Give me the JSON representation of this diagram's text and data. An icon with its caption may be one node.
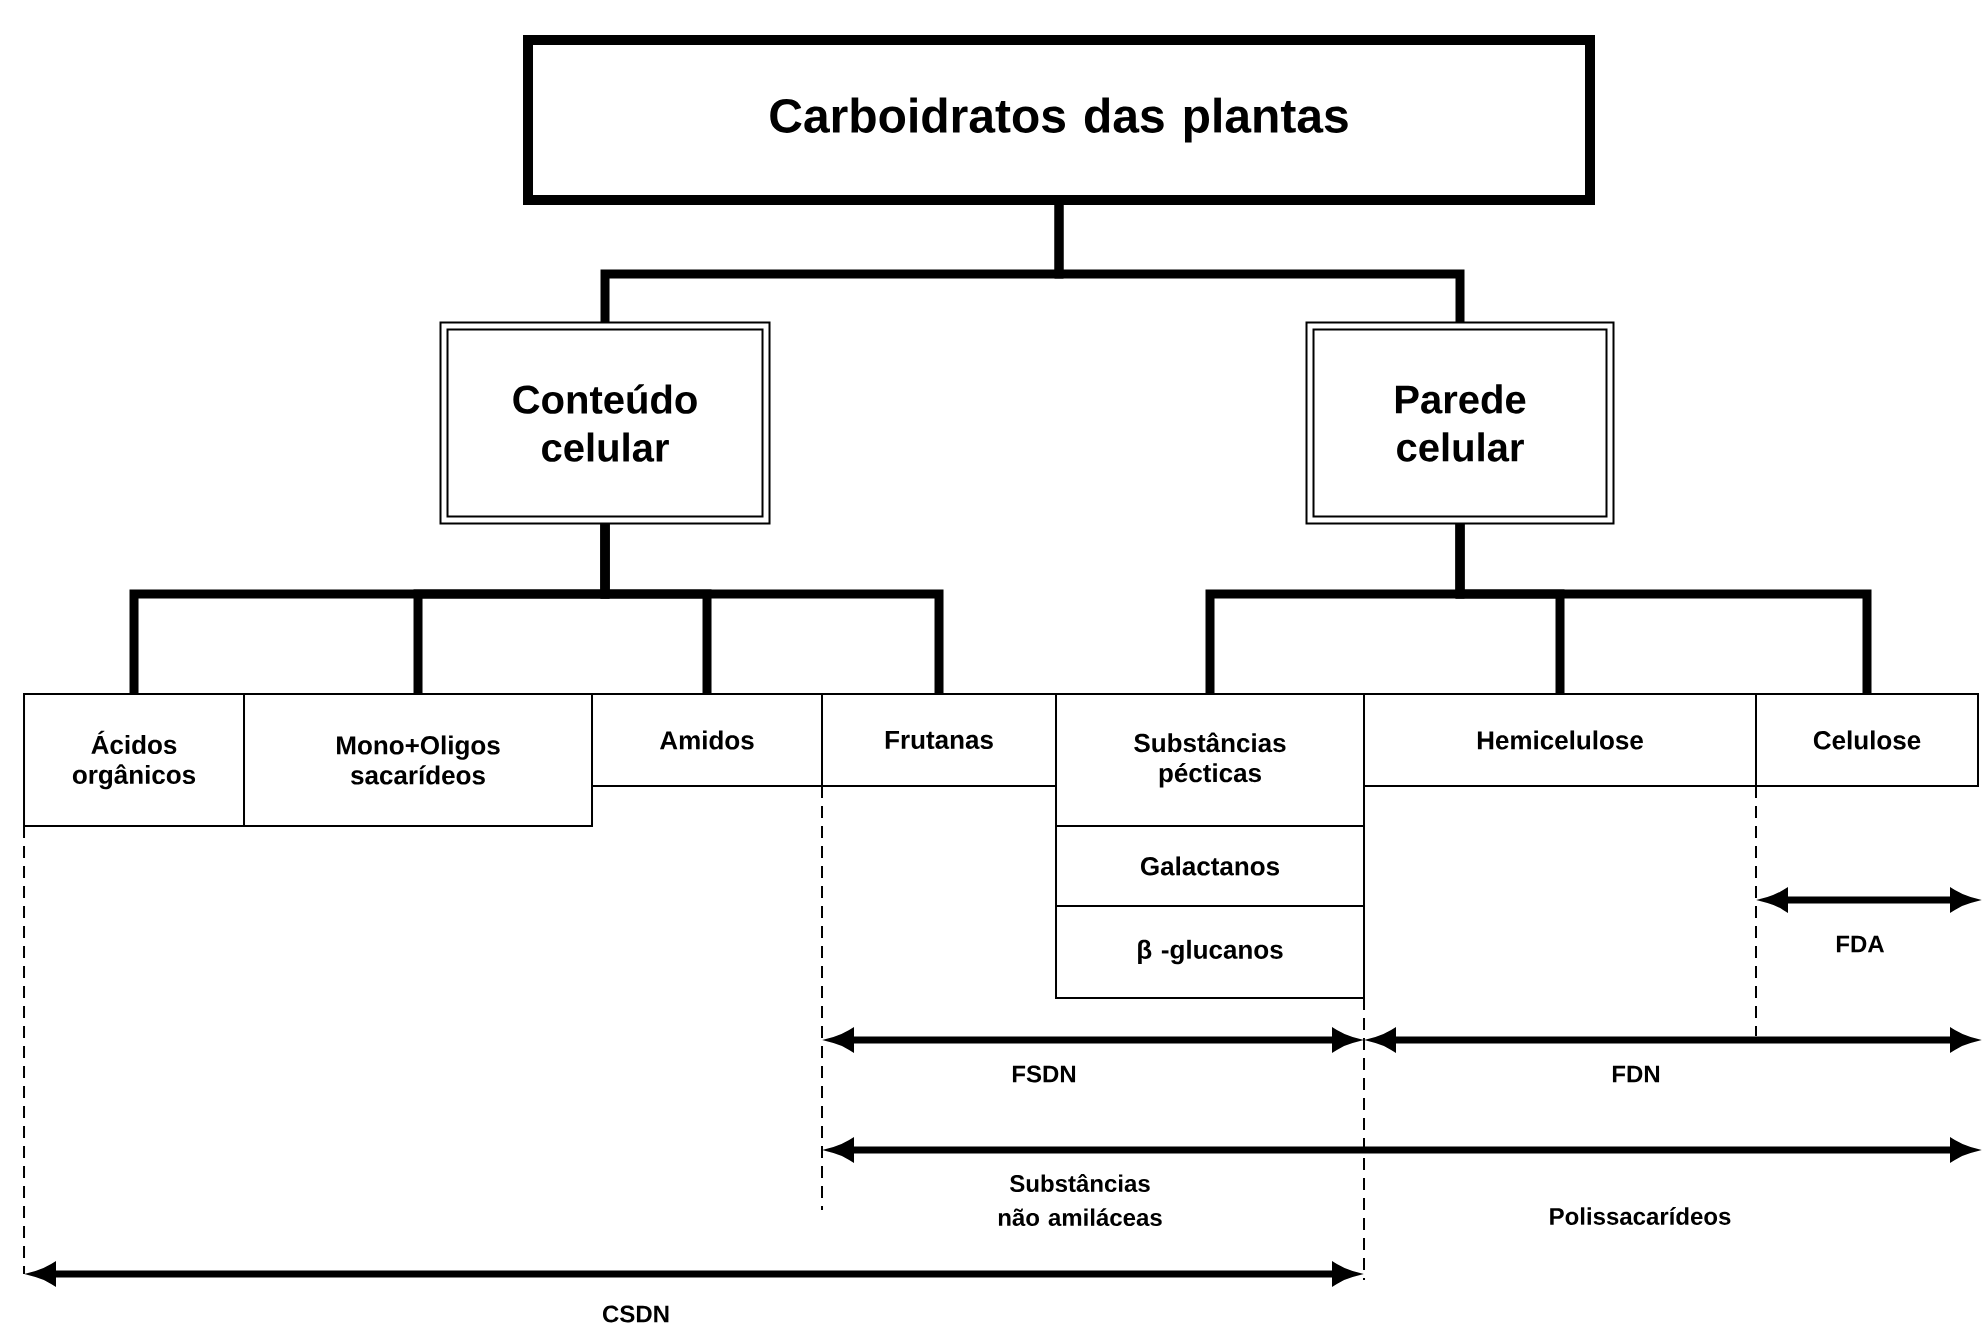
{
  "diagram": {
    "nodes": [
      {
        "text": [
          "Carboidratos das plantas"
        ]
      },
      {
        "text": [
          "Conteúdo celular"
        ]
      },
      {
        "text": [
          "Parede celular"
        ]
      },
      {
        "text": [
          "Ácidos orgânicos"
        ]
      },
      {
        "text": [
          "Mono+Oligos sacarídeos"
        ]
      },
      {
        "text": [
          "Amidos"
        ]
      },
      {
        "text": [
          "Frutanas"
        ]
      },
      {
        "text": [
          "Substâncias pécticas"
        ]
      },
      {
        "text": [
          "Galactanos"
        ]
      },
      {
        "text": [
          "β -glucanos"
        ]
      },
      {
        "text": [
          "Hemicelulose"
        ]
      },
      {
        "text": [
          "Celulose"
        ]
      }
    ],
    "edges": [
      {
        "from": 0,
        "to": 1,
        "arrow": "none"
      },
      {
        "from": 0,
        "to": 2,
        "arrow": "none"
      },
      {
        "from": 1,
        "to": 3,
        "arrow": "none"
      },
      {
        "from": 1,
        "to": 4,
        "arrow": "none"
      },
      {
        "from": 1,
        "to": 5,
        "arrow": "none"
      },
      {
        "from": 1,
        "to": 6,
        "arrow": "none"
      },
      {
        "from": 2,
        "to": 7,
        "arrow": "none"
      },
      {
        "from": 2,
        "to": 10,
        "arrow": "none"
      },
      {
        "from": 2,
        "to": 11,
        "arrow": "none"
      }
    ],
    "labels": [
      "FDA",
      "FSDN",
      "FDN",
      "Substâncias não amiláceas",
      "Polissacarídeos",
      "CSDN"
    ]
  }
}
